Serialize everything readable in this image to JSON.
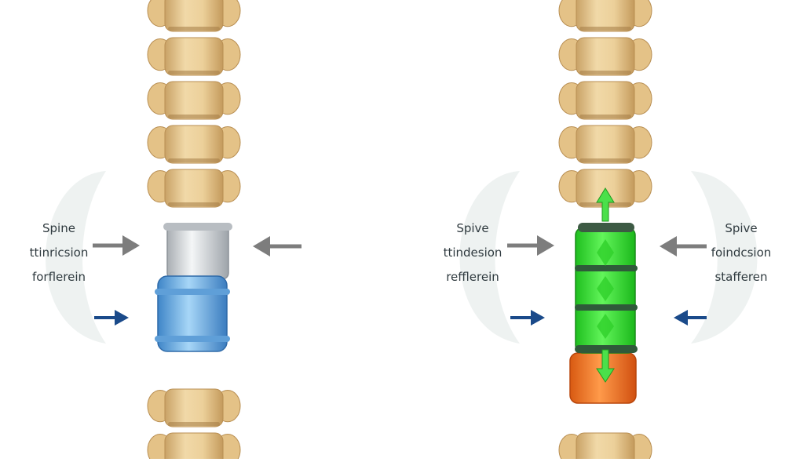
{
  "labels": {
    "left_panel": [
      "Spine",
      "ttinricsion",
      "forflerein"
    ],
    "right_panel_inner": [
      "Spive",
      "ttindesion",
      "refflerein"
    ],
    "right_panel_outer": [
      "Spive",
      "foindcsion",
      "stafferen"
    ]
  },
  "colors": {
    "bone": "#e8c991",
    "bone_shade": "#c9a266",
    "disc_gray": "#d4d8dc",
    "disc_blue": "#6fb4e8",
    "disc_green": "#3ee83a",
    "disc_orange": "#f07a2a",
    "arrow_gray": "#7d7d7d",
    "arrow_blue": "#1a4a8a",
    "arrow_green": "#4be04a",
    "panel_bg": "#eef2f1"
  }
}
